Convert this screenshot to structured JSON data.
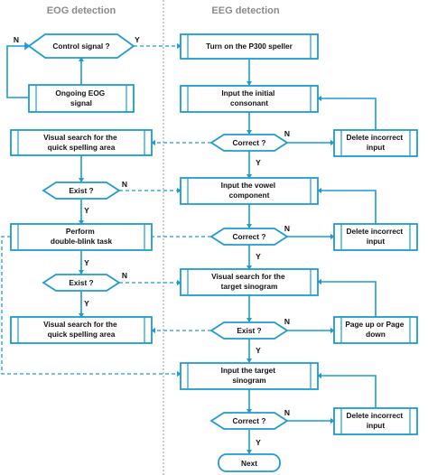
{
  "headers": {
    "left": "EOG detection",
    "right": "EEG detection"
  },
  "nodes": {
    "control_signal": "Control signal ?",
    "ongoing_eog": [
      "Ongoing EOG",
      "signal"
    ],
    "turn_on_speller": "Turn on the P300 speller",
    "input_initial_consonant": [
      "Input the  initial",
      "consonant"
    ],
    "visual_search_quick_1": [
      "Visual search for the",
      "quick spelling area"
    ],
    "correct_1": "Correct ?",
    "delete_incorrect_1": [
      "Delete incorrect",
      "input"
    ],
    "exist_1": "Exist ?",
    "input_vowel": [
      "Input the vowel",
      "component"
    ],
    "perform_double_blink": [
      "Perform",
      "double-blink task"
    ],
    "correct_2": "Correct ?",
    "delete_incorrect_2": [
      "Delete incorrect",
      "input"
    ],
    "exist_2": "Exist ?",
    "visual_search_target": [
      "Visual search for the",
      "target sinogram"
    ],
    "visual_search_quick_2": [
      "Visual search for the",
      "quick spelling area"
    ],
    "exist_3": "Exist ?",
    "page_up_down": [
      "Page up or Page",
      "down"
    ],
    "input_target_sinogram": [
      "Input the target",
      "sinogram"
    ],
    "correct_3": "Correct ?",
    "delete_incorrect_3": [
      "Delete incorrect",
      "input"
    ],
    "next": "Next"
  },
  "branch_labels": {
    "yes": "Y",
    "no": "N"
  },
  "colors": {
    "accent": "#1f9bd1",
    "header_text": "#8a8a8a",
    "divider": "#999999"
  }
}
